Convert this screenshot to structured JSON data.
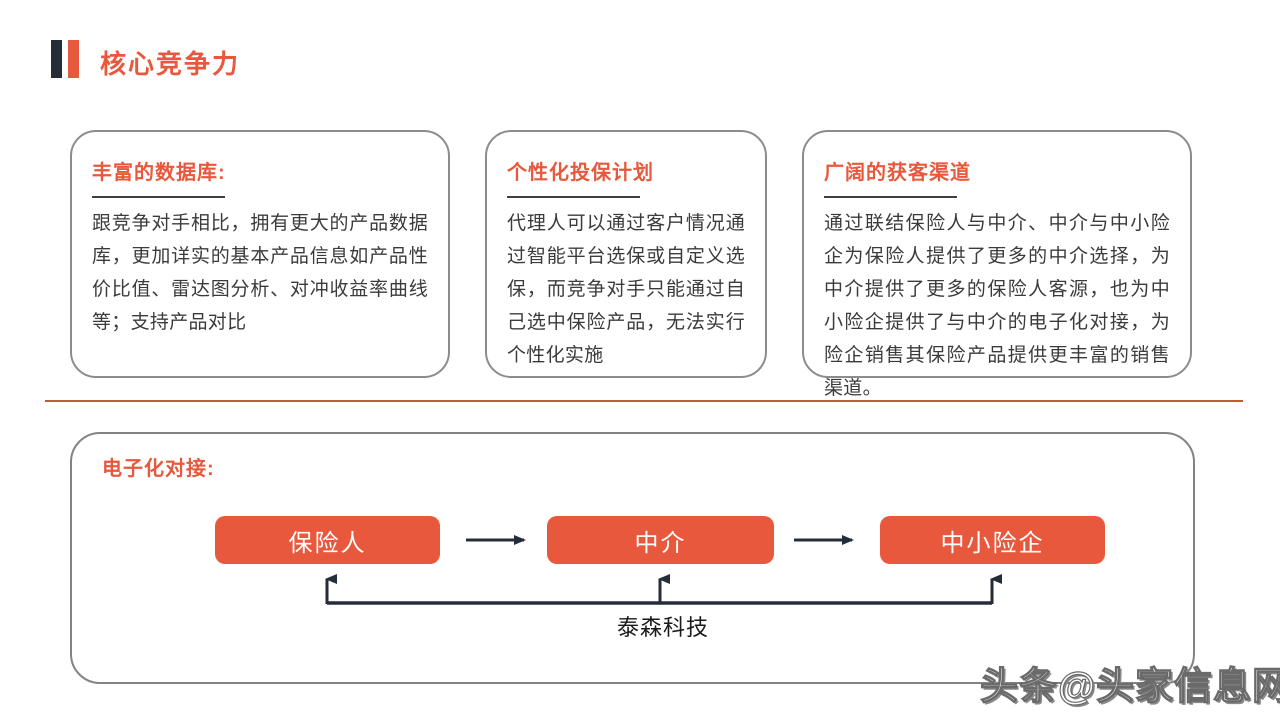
{
  "header": {
    "title": "核心竞争力"
  },
  "cards": [
    {
      "heading": "丰富的数据库:",
      "body": "跟竞争对手相比，拥有更大的产品数据库，更加详实的基本产品信息如产品性价比值、雷达图分析、对冲收益率曲线等；支持产品对比"
    },
    {
      "heading": "个性化投保计划",
      "body": "代理人可以通过客户情况通过智能平台选保或自定义选保，而竞争对手只能通过自己选中保险产品，无法实行个性化实施"
    },
    {
      "heading": "广阔的获客渠道",
      "body": "通过联结保险人与中介、中介与中小险企为保险人提供了更多的中介选择，为中介提供了更多的保险人客源，也为中小险企提供了与中介的电子化对接，为险企销售其保险产品提供更丰富的销售渠道。"
    }
  ],
  "diagram": {
    "heading": "电子化对接:",
    "nodes": [
      "保险人",
      "中介",
      "中小险企"
    ],
    "bracket_label": "泰森科技"
  },
  "watermark": "头条@头家信息网",
  "colors": {
    "accent_orange": "#E8583C",
    "dark_navy": "#242D39",
    "divider_orange": "#C05B33",
    "card_border_gray": "#8c8c8c"
  }
}
